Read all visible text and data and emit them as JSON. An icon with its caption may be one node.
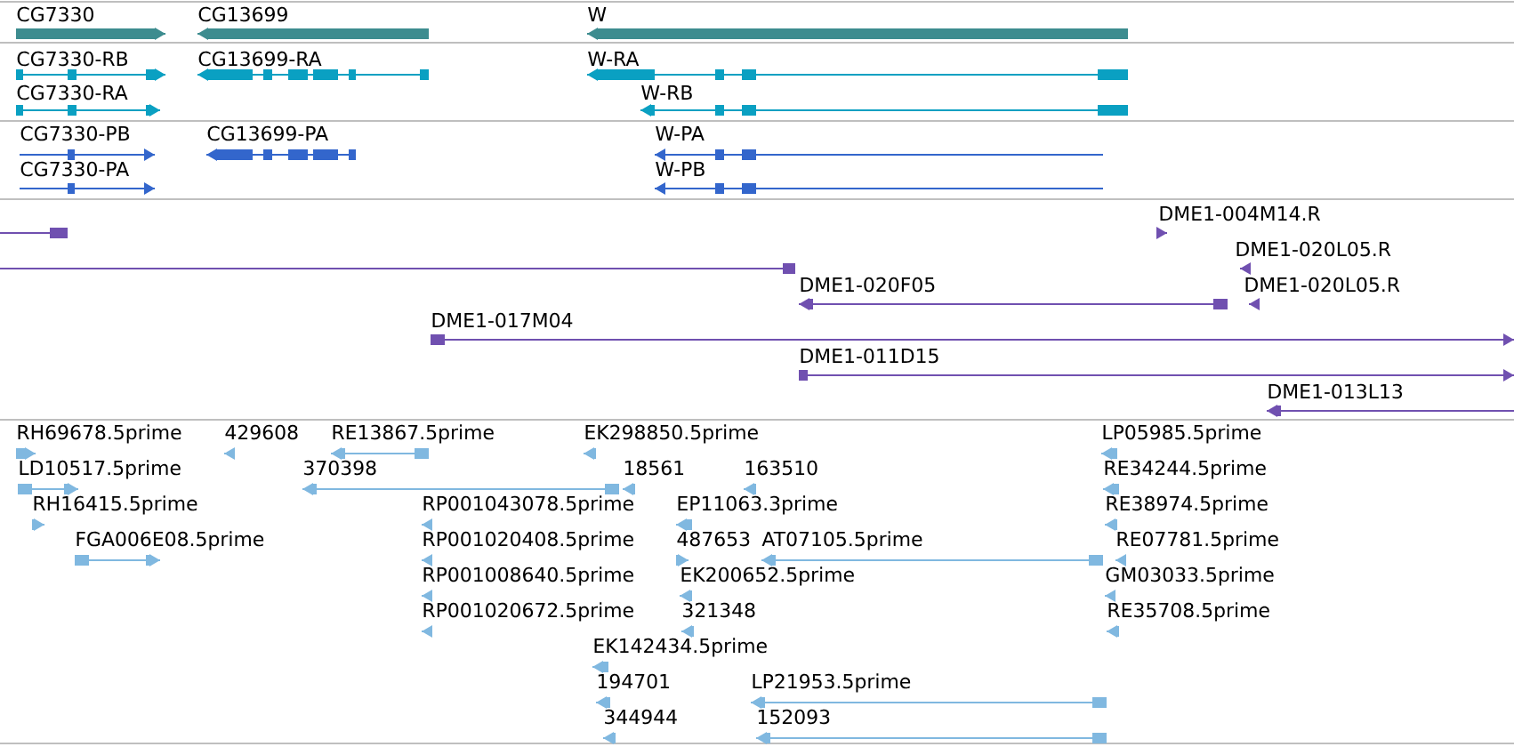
{
  "diagram": {
    "labels": [
      "CG7330",
      "CG13699",
      "W",
      "CG7330-RB",
      "CG13699-RA",
      "W-RA",
      "CG7330-RA",
      "W-RB",
      "CG7330-PB",
      "CG13699-PA",
      "W-PA",
      "CG7330-PA",
      "W-PB",
      "DME1-004M14.R",
      "DME1-020L05.R",
      "DME1-020F05",
      "DME1-020L05.R",
      "DME1-017M04",
      "DME1-011D15",
      "DME1-013L13",
      "RH69678.5prime",
      "429608",
      "RE13867.5prime",
      "EK298850.5prime",
      "LP05985.5prime",
      "LD10517.5prime",
      "370398",
      "18561",
      "163510",
      "RE34244.5prime",
      "RH16415.5prime",
      "RP001043078.5prime",
      "EP11063.3prime",
      "RE38974.5prime",
      "FGA006E08.5prime",
      "RP001020408.5prime",
      "487653",
      "AT07105.5prime",
      "RE07781.5prime",
      "RP001008640.5prime",
      "EK200652.5prime",
      "GM03033.5prime",
      "RP001020672.5prime",
      "321348",
      "RE35708.5prime",
      "EK142434.5prime",
      "194701",
      "LP21953.5prime",
      "344944",
      "152093"
    ]
  }
}
